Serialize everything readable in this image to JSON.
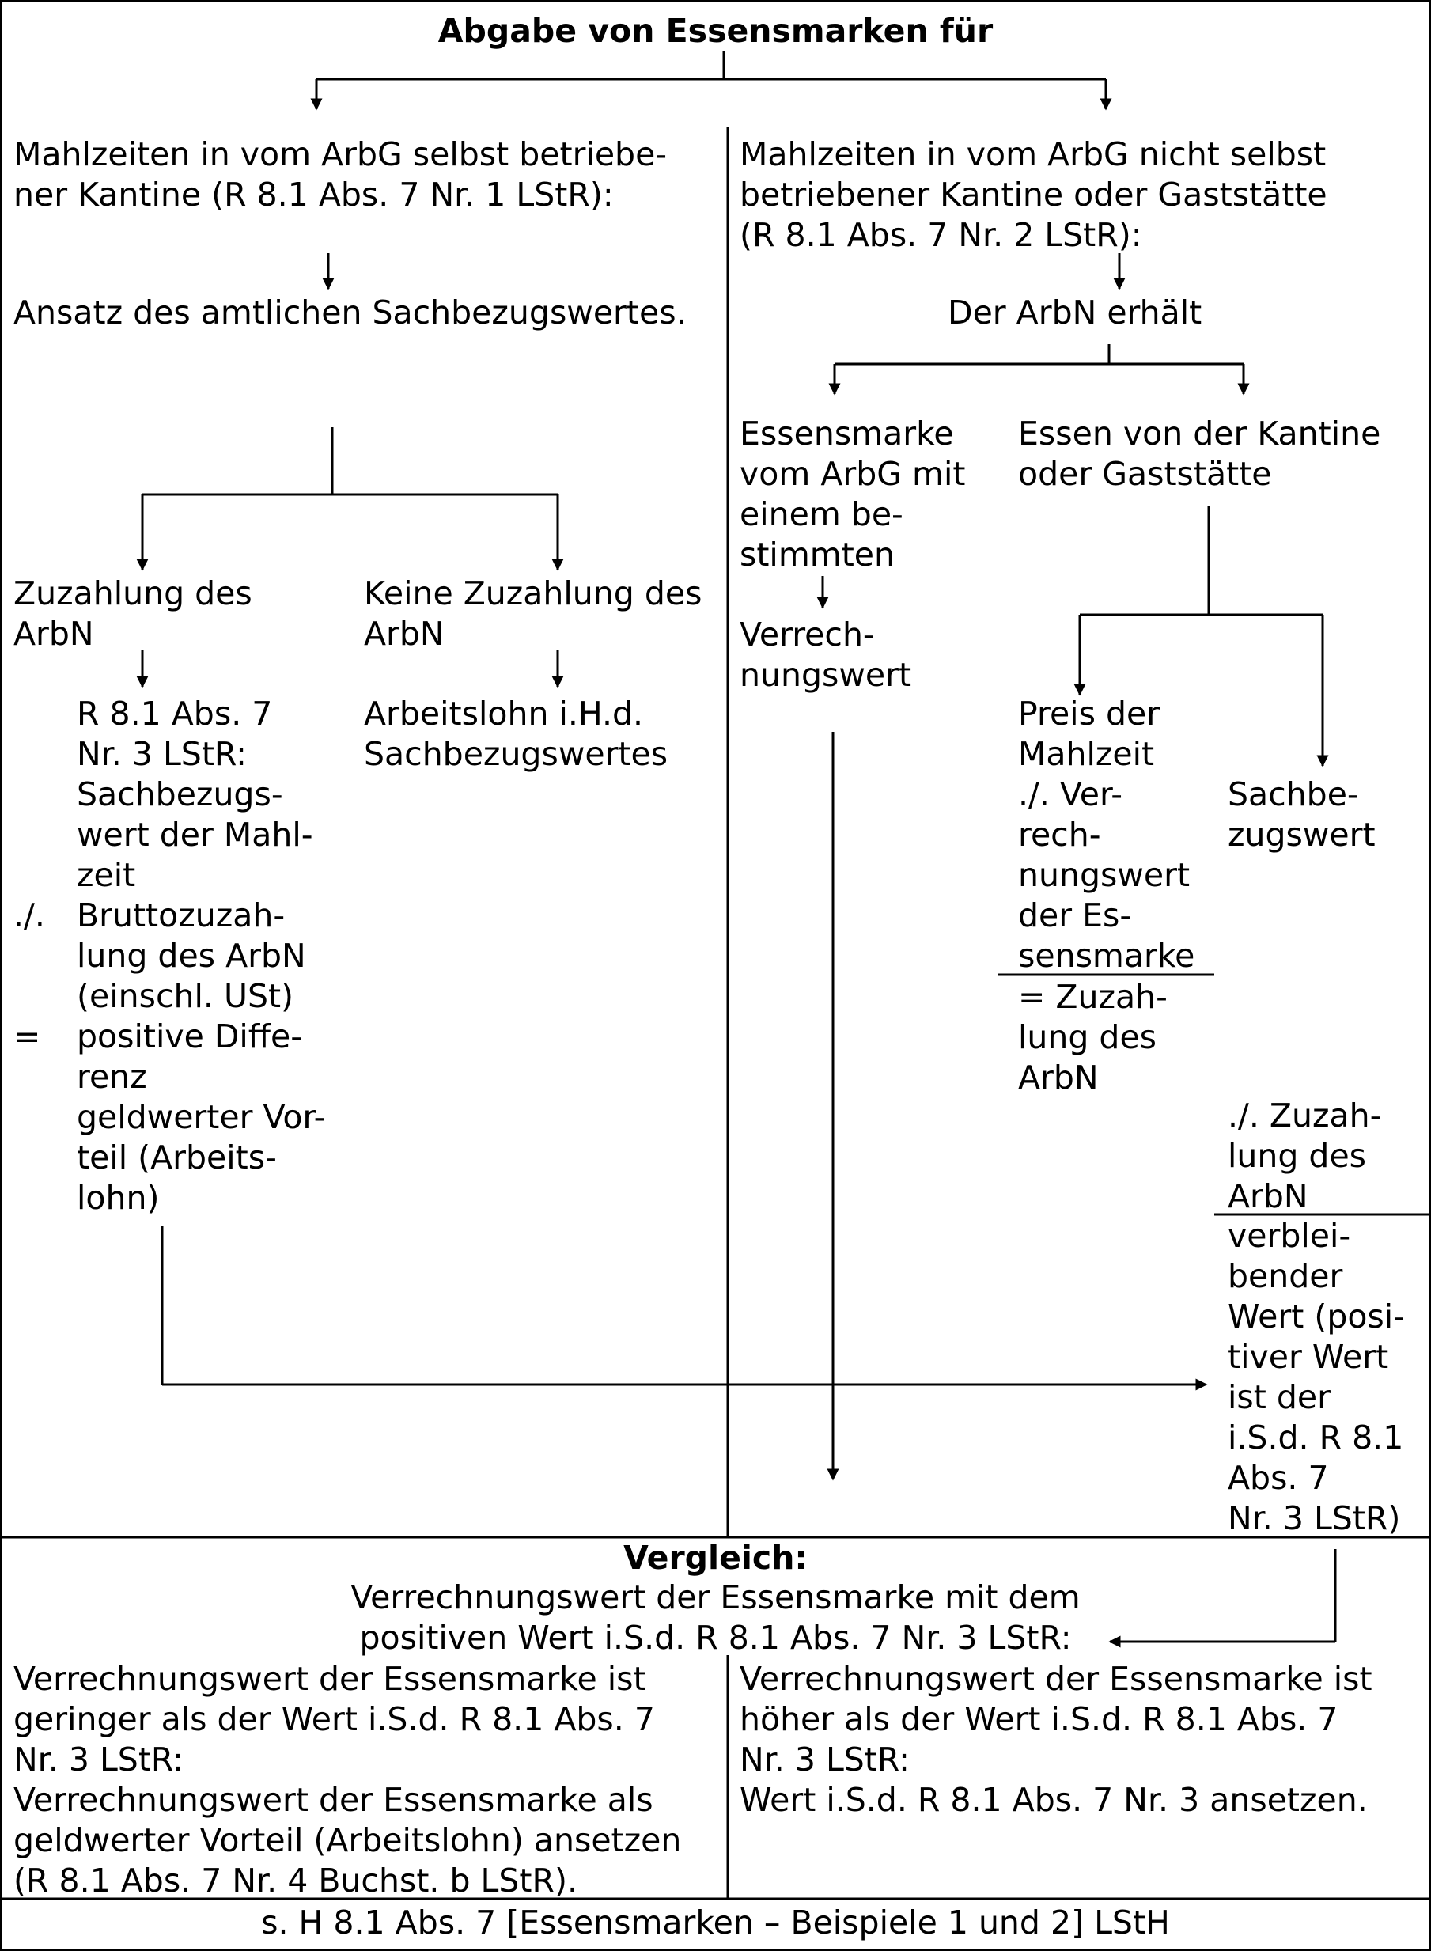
{
  "title": "Abgabe von Essensmarken für",
  "left_branch": {
    "heading": "Mahlzeiten in vom ArbG selbst betriebe-\nner Kantine (R 8.1 Abs. 7 Nr. 1 LStR):",
    "result": "Ansatz des amtlichen Sachbezugswertes.",
    "zuzahlung": "Zuzahlung des\nArbN",
    "keine_zuzahlung": "Keine Zuzahlung des\nArbN",
    "calc_ops": "\n\n\n\n\n./.\n\n\n=",
    "calc_text": "R 8.1 Abs. 7\nNr. 3 LStR:\nSachbezugs-\nwert der Mahl-\nzeit\nBruttozuzah-\nlung des ArbN\n(einschl. USt)\npositive Diffe-\nrenz\ngeldwerter Vor-\nteil (Arbeits-\nlohn)",
    "arbeitslohn": "Arbeitslohn i.H.d.\nSachbezugswertes"
  },
  "right_branch": {
    "heading": "Mahlzeiten in vom ArbG nicht selbst\nbetriebener Kantine oder Gaststätte\n(R 8.1 Abs. 7 Nr. 2 LStR):",
    "arbn_erhaelt": "Der ArbN erhält",
    "essensmarke": "Essensmarke\nvom ArbG mit\neinem be-\nstimmten",
    "verrechnungswert": "Verrech-\nnungswert",
    "essen": "Essen von der Kantine\noder Gaststätte",
    "preis": "Preis der\nMahlzeit\n./. Ver-\nrech-\nnungswert\nder Es-\nsensmarke",
    "preis_result": "= Zuzah-\nlung des\nArbN",
    "sachbezugswert": "Sachbe-\nzugswert",
    "minus_zuzahlung": "./. Zuzah-\nlung des\nArbN",
    "verbleibend": "verblei-\nbender\nWert (posi-\ntiver Wert\nist der\ni.S.d. R 8.1\nAbs. 7\nNr. 3 LStR)"
  },
  "comparison": {
    "heading": "Vergleich:",
    "text": "Verrechnungswert der Essensmarke mit dem\npositiven Wert i.S.d. R 8.1 Abs. 7 Nr. 3 LStR:",
    "left": "Verrechnungswert der Essensmarke ist\ngeringer als der Wert i.S.d. R 8.1 Abs. 7\nNr. 3 LStR:\nVerrechnungswert der Essensmarke als\ngeldwerter Vorteil (Arbeitslohn) ansetzen\n(R 8.1 Abs. 7 Nr. 4 Buchst. b LStR).",
    "right": "Verrechnungswert der Essensmarke ist\nhöher als der Wert i.S.d. R 8.1 Abs. 7\nNr. 3 LStR:\nWert i.S.d. R 8.1 Abs. 7 Nr. 3 ansetzen."
  },
  "footer": "s. H 8.1 Abs. 7 [Essensmarken – Beispiele 1 und 2] LStH"
}
